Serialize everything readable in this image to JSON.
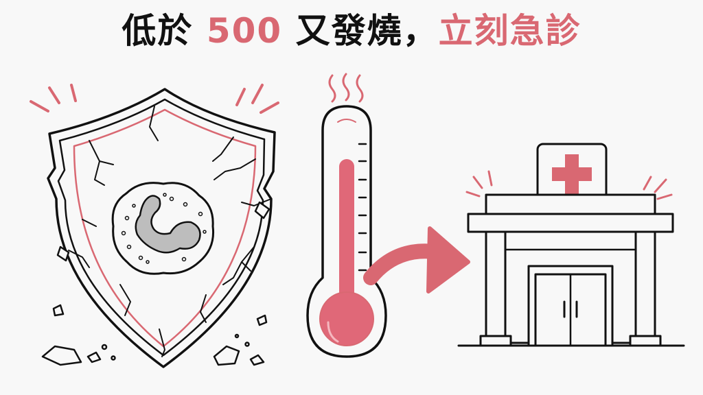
{
  "headline": {
    "part1": "低於 ",
    "number": "500",
    "part2": " 又發燒，",
    "part3": "立刻急診"
  },
  "colors": {
    "accent": "#d96872",
    "ink": "#111111",
    "background": "#f8f8f8",
    "cell_fill": "#bdbdbd"
  },
  "icons": {
    "shield": "cracked-shield-icon",
    "cell": "white-blood-cell-icon",
    "thermometer": "thermometer-icon",
    "arrow": "curved-arrow-icon",
    "hospital": "hospital-icon",
    "cross": "red-cross-icon"
  }
}
